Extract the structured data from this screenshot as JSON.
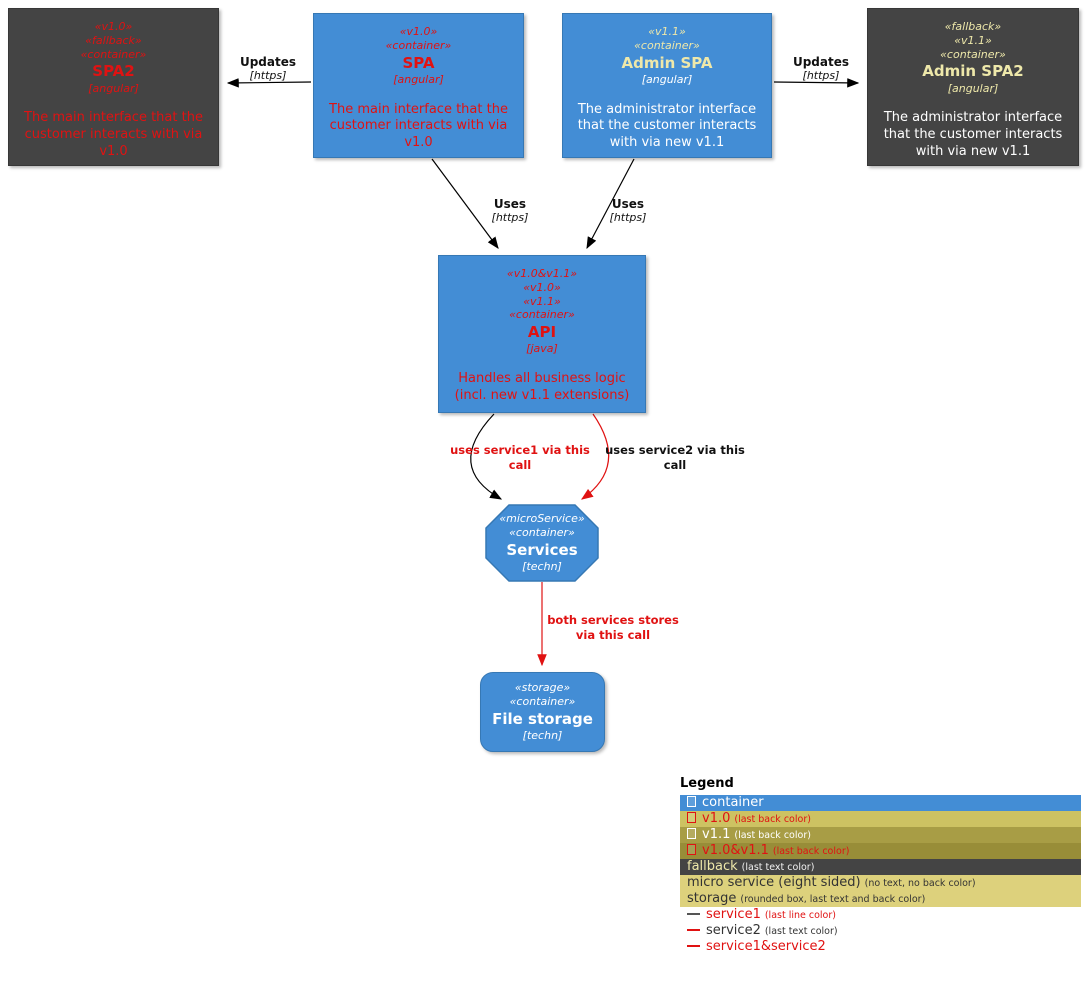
{
  "nodes": {
    "spa2": {
      "stereotypes": [
        "«v1.0»",
        "«fallback»",
        "«container»"
      ],
      "title": "SPA2",
      "tech": "[angular]",
      "desc": "The main interface that the customer interacts with via v1.0"
    },
    "spa": {
      "stereotypes": [
        "«v1.0»",
        "«container»"
      ],
      "title": "SPA",
      "tech": "[angular]",
      "desc": "The main interface that the customer interacts with via v1.0"
    },
    "admin_spa": {
      "stereotypes": [
        "«v1.1»",
        "«container»"
      ],
      "title": "Admin SPA",
      "tech": "[angular]",
      "desc": "The administrator interface that the customer interacts with via new v1.1"
    },
    "admin_spa2": {
      "stereotypes": [
        "«fallback»",
        "«v1.1»",
        "«container»"
      ],
      "title": "Admin SPA2",
      "tech": "[angular]",
      "desc": "The administrator interface that the customer interacts with via new v1.1"
    },
    "api": {
      "stereotypes": [
        "«v1.0&v1.1»",
        "«v1.0»",
        "«v1.1»",
        "«container»"
      ],
      "title": "API",
      "tech": "[java]",
      "desc": "Handles all business logic (incl. new v1.1 extensions)"
    },
    "services": {
      "stereotypes": [
        "«microService»",
        "«container»"
      ],
      "title": "Services",
      "tech": "[techn]"
    },
    "file_storage": {
      "stereotypes": [
        "«storage»",
        "«container»"
      ],
      "title": "File storage",
      "tech": "[techn]"
    }
  },
  "edges": {
    "updates_left": {
      "label": "Updates",
      "tech": "[https]"
    },
    "updates_right": {
      "label": "Updates",
      "tech": "[https]"
    },
    "uses_left": {
      "label": "Uses",
      "tech": "[https]"
    },
    "uses_right": {
      "label": "Uses",
      "tech": "[https]"
    },
    "service1": {
      "label": "uses service1 via this call"
    },
    "service2": {
      "label": "uses service2 via this call"
    },
    "stores": {
      "label": "both services stores via this call"
    }
  },
  "legend": {
    "title": "Legend",
    "rows": [
      {
        "label": "container",
        "note": ""
      },
      {
        "label": "v1.0",
        "note": "(last back color)"
      },
      {
        "label": "v1.1",
        "note": "(last back color)"
      },
      {
        "label": "v1.0&v1.1",
        "note": "(last back color)"
      },
      {
        "label": "fallback",
        "note": "(last text color)"
      },
      {
        "label": "micro service (eight sided)",
        "note": "(no text, no back color)"
      },
      {
        "label": "storage",
        "note": "(rounded box, last text and back color)"
      },
      {
        "label": "service1",
        "note": "(last line color)"
      },
      {
        "label": "service2",
        "note": "(last text color)"
      },
      {
        "label": "service1&service2",
        "note": ""
      }
    ]
  },
  "colors": {
    "container_blue": "#438dd5",
    "fallback_gray": "#444444",
    "red_text": "#e01212",
    "khaki_text": "#eee8aa",
    "legend_v10_back": "#cdc262",
    "legend_v11_back": "#a89d45",
    "legend_v10v11_back": "#988d38",
    "legend_khaki_back": "#ddd17c"
  }
}
